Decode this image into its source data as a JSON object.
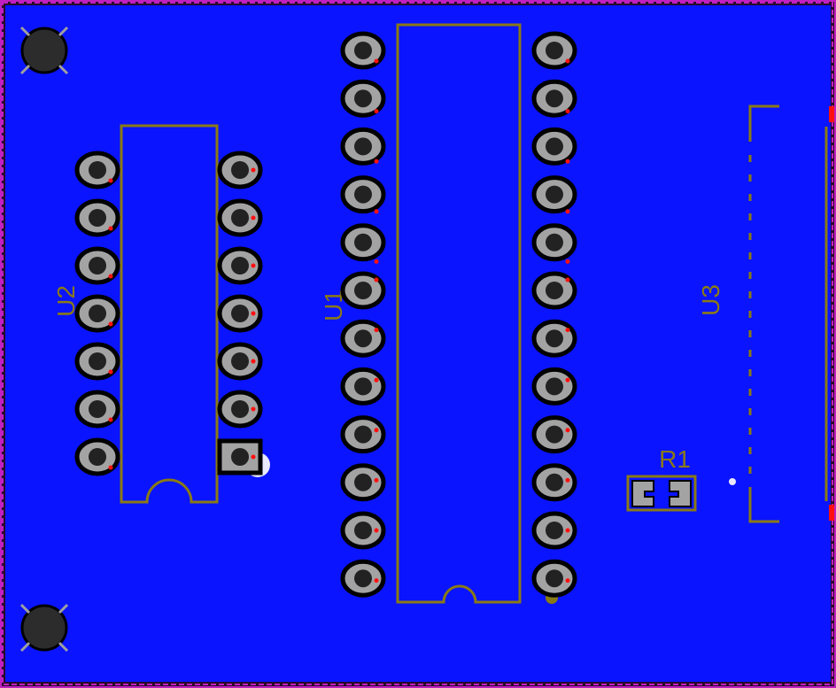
{
  "board": {
    "colors": {
      "copper": "#0a14ff",
      "edge": "#c020c0",
      "silkscreen": "#8a7a14",
      "pad": "#a3a3a3",
      "hole": "#222222",
      "ratsnest": "#ff1010"
    }
  },
  "components": {
    "u1": {
      "ref": "U1",
      "type": "DIP-24"
    },
    "u2": {
      "ref": "U2",
      "type": "DIP-14"
    },
    "u3": {
      "ref": "U3",
      "type": "connector"
    },
    "r1": {
      "ref": "R1",
      "type": "SMD resistor"
    }
  }
}
